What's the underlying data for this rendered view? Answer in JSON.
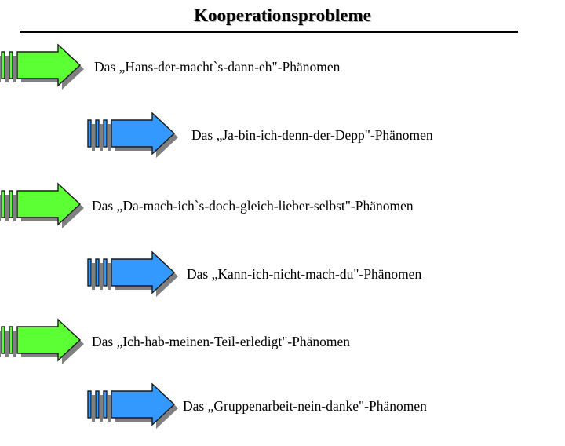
{
  "slide": {
    "title": "Kooperationsprobleme",
    "background_color": "#FFFFFF",
    "rule_color": "#000000"
  },
  "colors": {
    "green_fill": "#5CFF33",
    "blue_fill": "#3399FF",
    "arrow_outline": "#1A1A1A",
    "shadow": "#808080",
    "text": "#000000"
  },
  "rows": [
    {
      "arrow_color_name": "green",
      "arrow_fill": "#5CFF33",
      "text": "Das „Hans-der-macht`s-dann-eh\"-Phänomen"
    },
    {
      "arrow_color_name": "blue",
      "arrow_fill": "#3399FF",
      "text": "Das „Ja-bin-ich-denn-der-Depp\"-Phänomen"
    },
    {
      "arrow_color_name": "green",
      "arrow_fill": "#5CFF33",
      "text": "Das „Da-mach-ich`s-doch-gleich-lieber-selbst\"-Phänomen"
    },
    {
      "arrow_color_name": "blue",
      "arrow_fill": "#3399FF",
      "text": "Das „Kann-ich-nicht-mach-du\"-Phänomen"
    },
    {
      "arrow_color_name": "green",
      "arrow_fill": "#5CFF33",
      "text": "Das „Ich-hab-meinen-Teil-erledigt\"-Phänomen"
    },
    {
      "arrow_color_name": "blue",
      "arrow_fill": "#3399FF",
      "text": "Das „Gruppenarbeit-nein-danke\"-Phänomen"
    }
  ]
}
